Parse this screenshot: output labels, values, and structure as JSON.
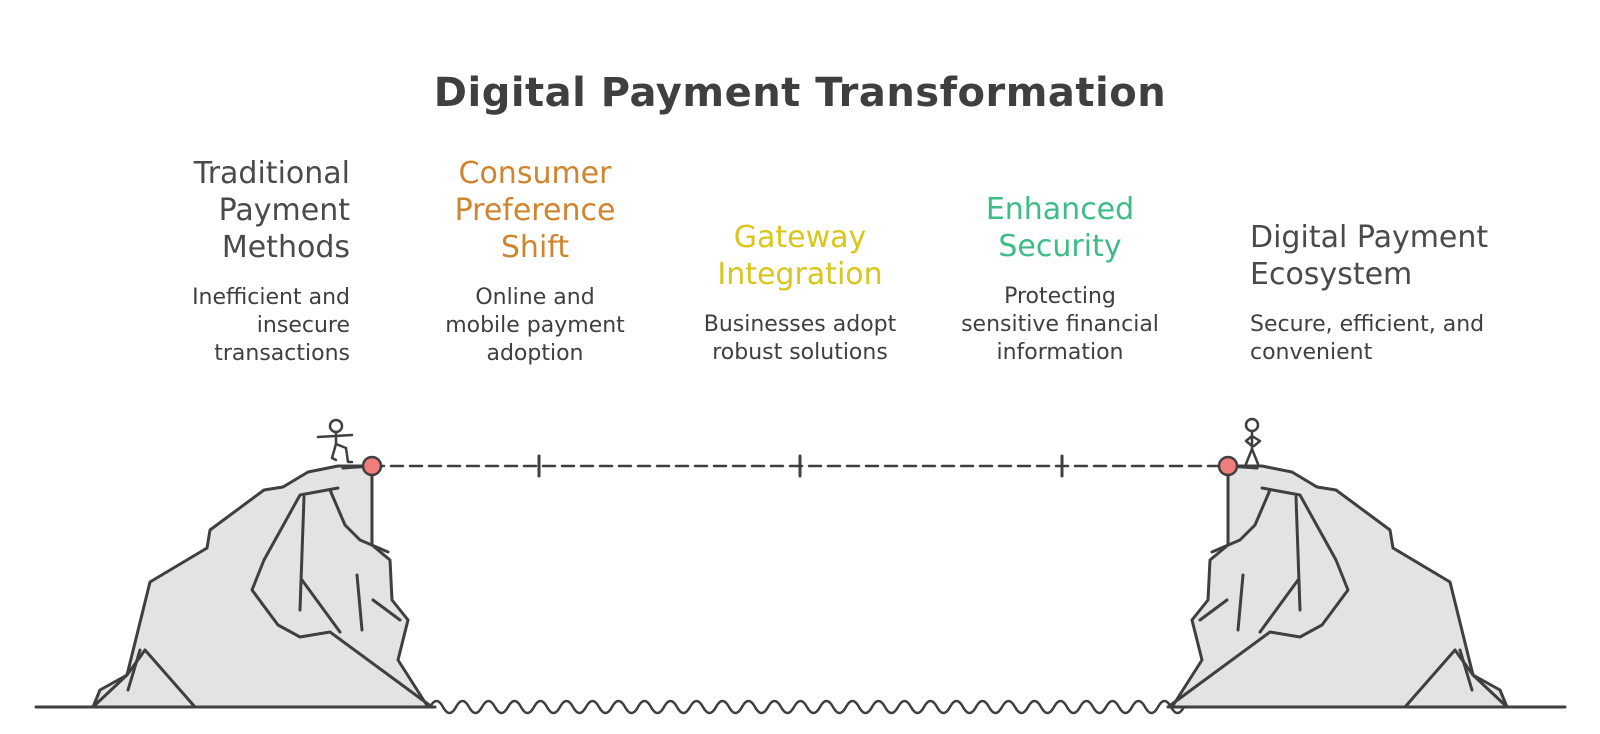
{
  "title": "Digital Payment Transformation",
  "stages": [
    {
      "heading_lines": [
        "Traditional",
        "Payment",
        "Methods"
      ],
      "description_lines": [
        "Inefficient and",
        "insecure",
        "transactions"
      ],
      "color": "#4a4a4a"
    },
    {
      "heading_lines": [
        "Consumer",
        "Preference",
        "Shift"
      ],
      "description_lines": [
        "Online and",
        "mobile payment",
        "adoption"
      ],
      "color": "#d0842e"
    },
    {
      "heading_lines": [
        "Gateway",
        "Integration"
      ],
      "description_lines": [
        "Businesses adopt",
        "robust solutions"
      ],
      "color": "#d8c61a"
    },
    {
      "heading_lines": [
        "Enhanced",
        "Security"
      ],
      "description_lines": [
        "Protecting",
        "sensitive financial",
        "information"
      ],
      "color": "#3dbd86"
    },
    {
      "heading_lines": [
        "Digital Payment",
        "Ecosystem"
      ],
      "description_lines": [
        "Secure, efficient, and",
        "convenient"
      ],
      "color": "#4a4a4a"
    }
  ],
  "colors": {
    "line": "#3f3f3f",
    "rock_fill": "#e3e3e3",
    "endpoint": "#f07c7c"
  }
}
